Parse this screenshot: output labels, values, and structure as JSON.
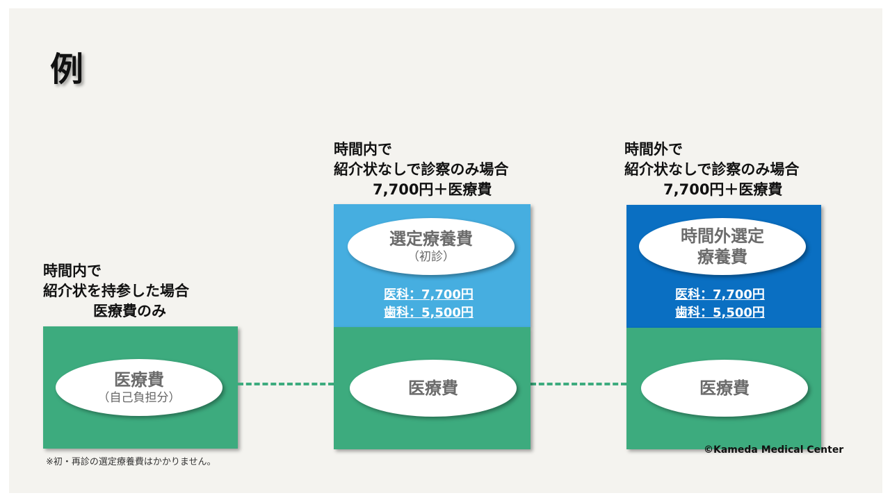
{
  "title": "例",
  "col1": {
    "heading": [
      "時間内で",
      "紹介状を持参した場合",
      "医療費のみ"
    ],
    "ellipse_main": "医療費",
    "ellipse_sub": "（自己負担分）"
  },
  "col2": {
    "heading": [
      "時間内で",
      "紹介状なしで診察のみ場合",
      "7,700円＋医療費"
    ],
    "top_ellipse_main": "選定療養費",
    "top_ellipse_sub": "（初診）",
    "fee_medical": "医科：7,700円",
    "fee_dental": "歯科：5,500円",
    "bottom_ellipse": "医療費"
  },
  "col3": {
    "heading": [
      "時間外で",
      "紹介状なしで診察のみ場合",
      "7,700円＋医療費"
    ],
    "top_ellipse_line1": "時間外選定",
    "top_ellipse_line2": "療養費",
    "fee_medical": "医科：7,700円",
    "fee_dental": "歯科：5,500円",
    "bottom_ellipse": "医療費"
  },
  "note": "※初・再診の選定療養費はかかりません。",
  "copyright": "©Kameda Medical Center",
  "colors": {
    "green": "#3dab7e",
    "light_blue": "#46aee0",
    "dark_blue": "#0a6fc2",
    "background": "#f4f3ef"
  }
}
